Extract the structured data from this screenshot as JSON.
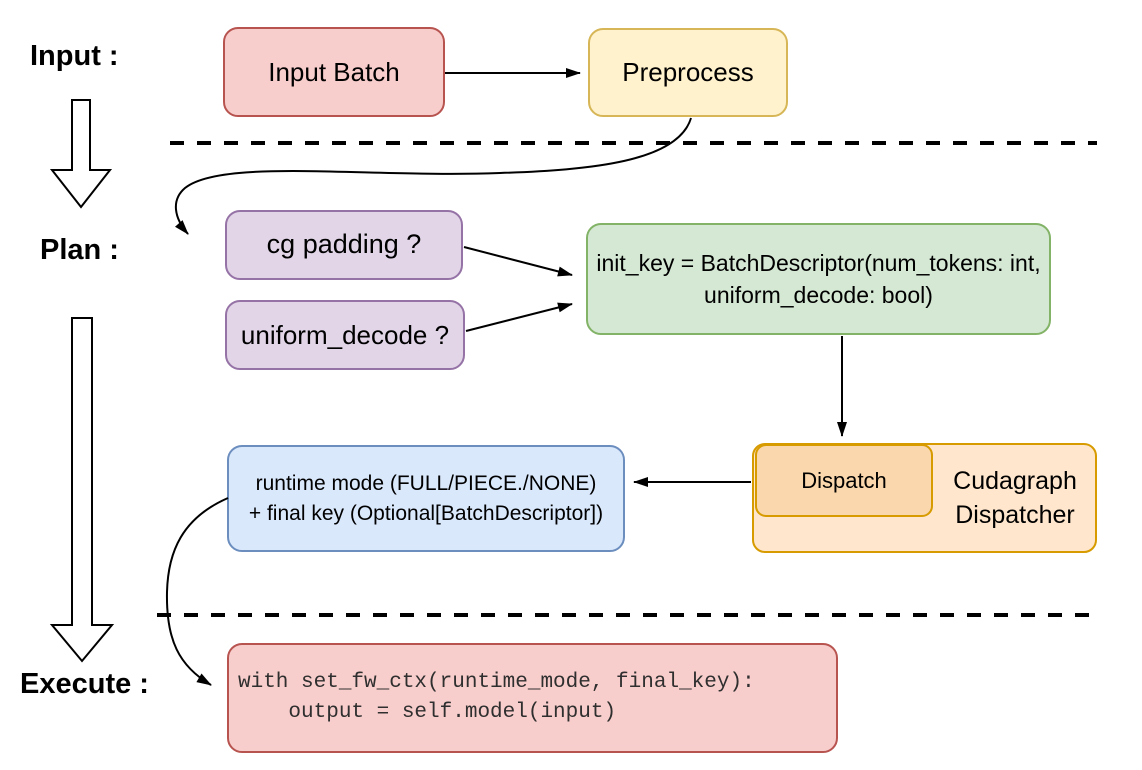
{
  "palette": {
    "red_fill": "#f8cecc",
    "red_stroke": "#b85450",
    "yellow_fill": "#fff2cc",
    "yellow_stroke": "#d6b656",
    "purple_fill": "#e1d5e7",
    "purple_stroke": "#9673a6",
    "green_fill": "#d5e8d4",
    "green_stroke": "#82b366",
    "orange_fill": "#ffe6cc",
    "orange_inner_fill": "#fad7ac",
    "orange_stroke": "#d79b00",
    "blue_fill": "#dae8fc",
    "blue_stroke": "#6c8ebf",
    "line_color": "#000000"
  },
  "stages": {
    "input_label": "Input :",
    "plan_label": "Plan :",
    "execute_label": "Execute :"
  },
  "nodes": {
    "input_batch": "Input Batch",
    "preprocess": "Preprocess",
    "cg_padding": "cg padding ?",
    "uniform_decode": "uniform_decode ?",
    "init_key_line1": "init_key = BatchDescriptor(num_tokens: int,",
    "init_key_line2": "uniform_decode: bool)",
    "dispatch": "Dispatch",
    "dispatcher_line1": "Cudagraph",
    "dispatcher_line2": "Dispatcher",
    "runtime_line1": "runtime mode (FULL/PIECE./NONE)",
    "runtime_line2": "+ final key (Optional[BatchDescriptor])",
    "code_line1": "with set_fw_ctx(runtime_mode, final_key):",
    "code_line2": "    output = self.model(input)"
  }
}
